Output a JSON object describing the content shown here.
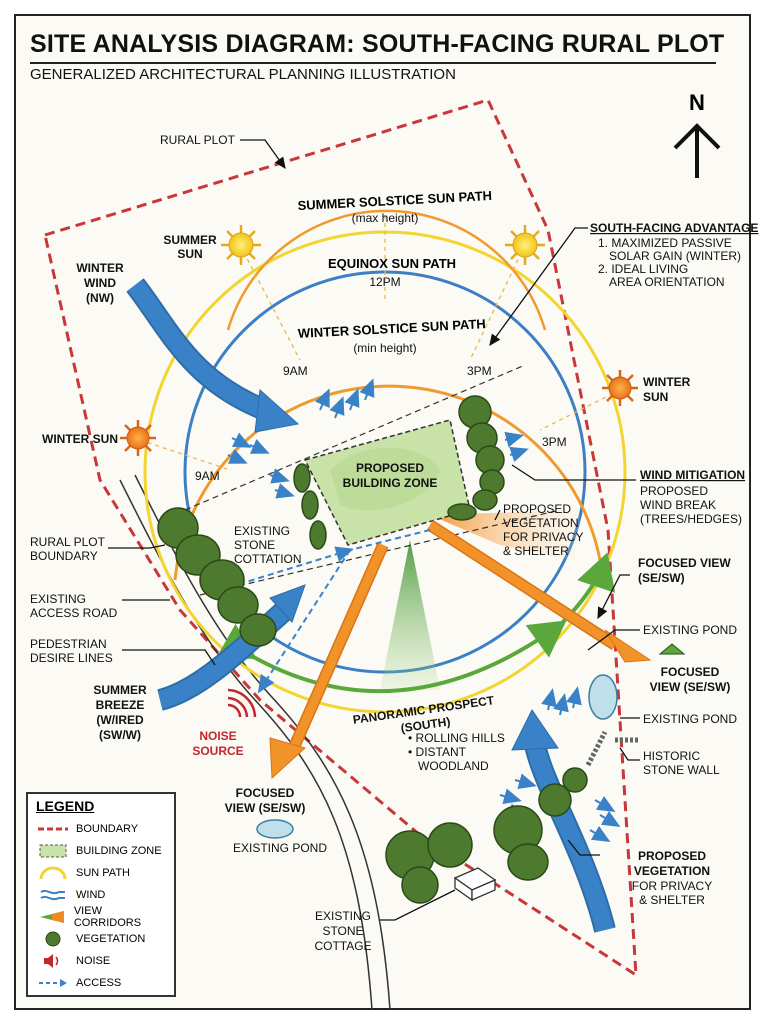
{
  "header": {
    "title": "SITE ANALYSIS DIAGRAM: SOUTH-FACING RURAL PLOT",
    "subtitle": "GENERALIZED ARCHITECTURAL PLANNING ILLUSTRATION"
  },
  "compass": {
    "letter": "N"
  },
  "sun_paths": {
    "summer": "SUMMER SOLSTICE SUN PATH",
    "summer_note": "(max height)",
    "equinox": "EQUINOX SUN PATH",
    "noon": "12PM",
    "winter": "WINTER SOLSTICE SUN PATH",
    "winter_note": "(min height)",
    "t9am": "9AM",
    "t3pm": "3PM",
    "t9am_b": "9AM",
    "t3pm_b": "3PM"
  },
  "labels": {
    "rural_plot": "RURAL PLOT",
    "summer_sun": [
      "SUMMER",
      "SUN"
    ],
    "winter_sun_left": "WINTER SUN",
    "winter_sun_right": [
      "WINTER",
      "SUN"
    ],
    "winter_wind": [
      "WINTER",
      "WIND",
      "(NW)"
    ],
    "south_adv_title": "SOUTH-FACING ADVANTAGE",
    "south_adv_lines": [
      "1. MAXIMIZED PASSIVE",
      "SOLAR GAIN (WINTER)",
      "2. IDEAL LIVING",
      "AREA ORIENTATION"
    ],
    "building_zone": [
      "PROPOSED",
      "BUILDING ZONE"
    ],
    "existing_stone": [
      "EXISTING",
      "STONE",
      "COTTATION"
    ],
    "rural_boundary": [
      "RURAL PLOT",
      "BOUNDARY"
    ],
    "access_road": [
      "EXISTING",
      "ACCESS ROAD"
    ],
    "desire_lines": [
      "PEDESTRIAN",
      "DESIRE LINES"
    ],
    "summer_breeze": [
      "SUMMER",
      "BREEZE",
      "(W/IRED",
      "(SW/W)"
    ],
    "noise": [
      "NOISE",
      "SOURCE"
    ],
    "focused_view_left": [
      "FOCUSED",
      "VIEW (SE/SW)"
    ],
    "pond_left": "EXISTING POND",
    "wind_mitigation_title": "WIND MITIGATION",
    "wind_mitigation_lines": [
      "PROPOSED",
      "WIND BREAK",
      "(TREES/HEDGES)"
    ],
    "proposed_veg_mid": [
      "PROPOSED",
      "VEGETATION",
      "FOR PRIVACY",
      "& SHELTER"
    ],
    "focused_view_right1": [
      "FOCUSED VIEW",
      "(SE/SW)"
    ],
    "pond_right1": "EXISTING POND",
    "focused_view_right2": [
      "FOCUSED",
      "VIEW (SE/SW)"
    ],
    "pond_right2": "EXISTING POND",
    "stone_wall": [
      "HISTORIC",
      "STONE WALL"
    ],
    "panoramic": [
      "PANORAMIC PROSPECT",
      "(SOUTH)"
    ],
    "prospect_items": [
      "• ROLLING HILLS",
      "• DISTANT",
      "WOODLAND"
    ],
    "proposed_veg_right_title": [
      "PROPOSED",
      "VEGETATION"
    ],
    "proposed_veg_right_lines": [
      "FOR PRIVACY",
      "& SHELTER"
    ],
    "existing_cottage": [
      "EXISTING",
      "STONE",
      "COTTAGE"
    ]
  },
  "legend": {
    "title": "LEGEND",
    "items": [
      {
        "label": "BOUNDARY",
        "icon": "boundary-line-icon"
      },
      {
        "label": "BUILDING ZONE",
        "icon": "building-zone-swatch-icon"
      },
      {
        "label": "SUN PATH",
        "icon": "sun-path-arc-icon"
      },
      {
        "label": "WIND",
        "icon": "wind-arrows-icon"
      },
      {
        "label": "VIEW CORRIDORS",
        "icon": "view-corridor-icon"
      },
      {
        "label": "VEGETATION",
        "icon": "tree-icon"
      },
      {
        "label": "NOISE",
        "icon": "speaker-icon"
      },
      {
        "label": "ACCESS",
        "icon": "access-arrow-icon"
      }
    ]
  },
  "colors": {
    "boundary": "#c8373a",
    "summer_path": "#f2d530",
    "equinox_path": "#3d7fc4",
    "winter_path": "#f09a2e",
    "wind": "#3a82c8",
    "view": "#f08a22",
    "vegetation": "#4d7a2e",
    "building": "#c9e2a8",
    "panoramic": "#5aa83c",
    "noise": "#c0282c",
    "access": "#3a82c8"
  }
}
